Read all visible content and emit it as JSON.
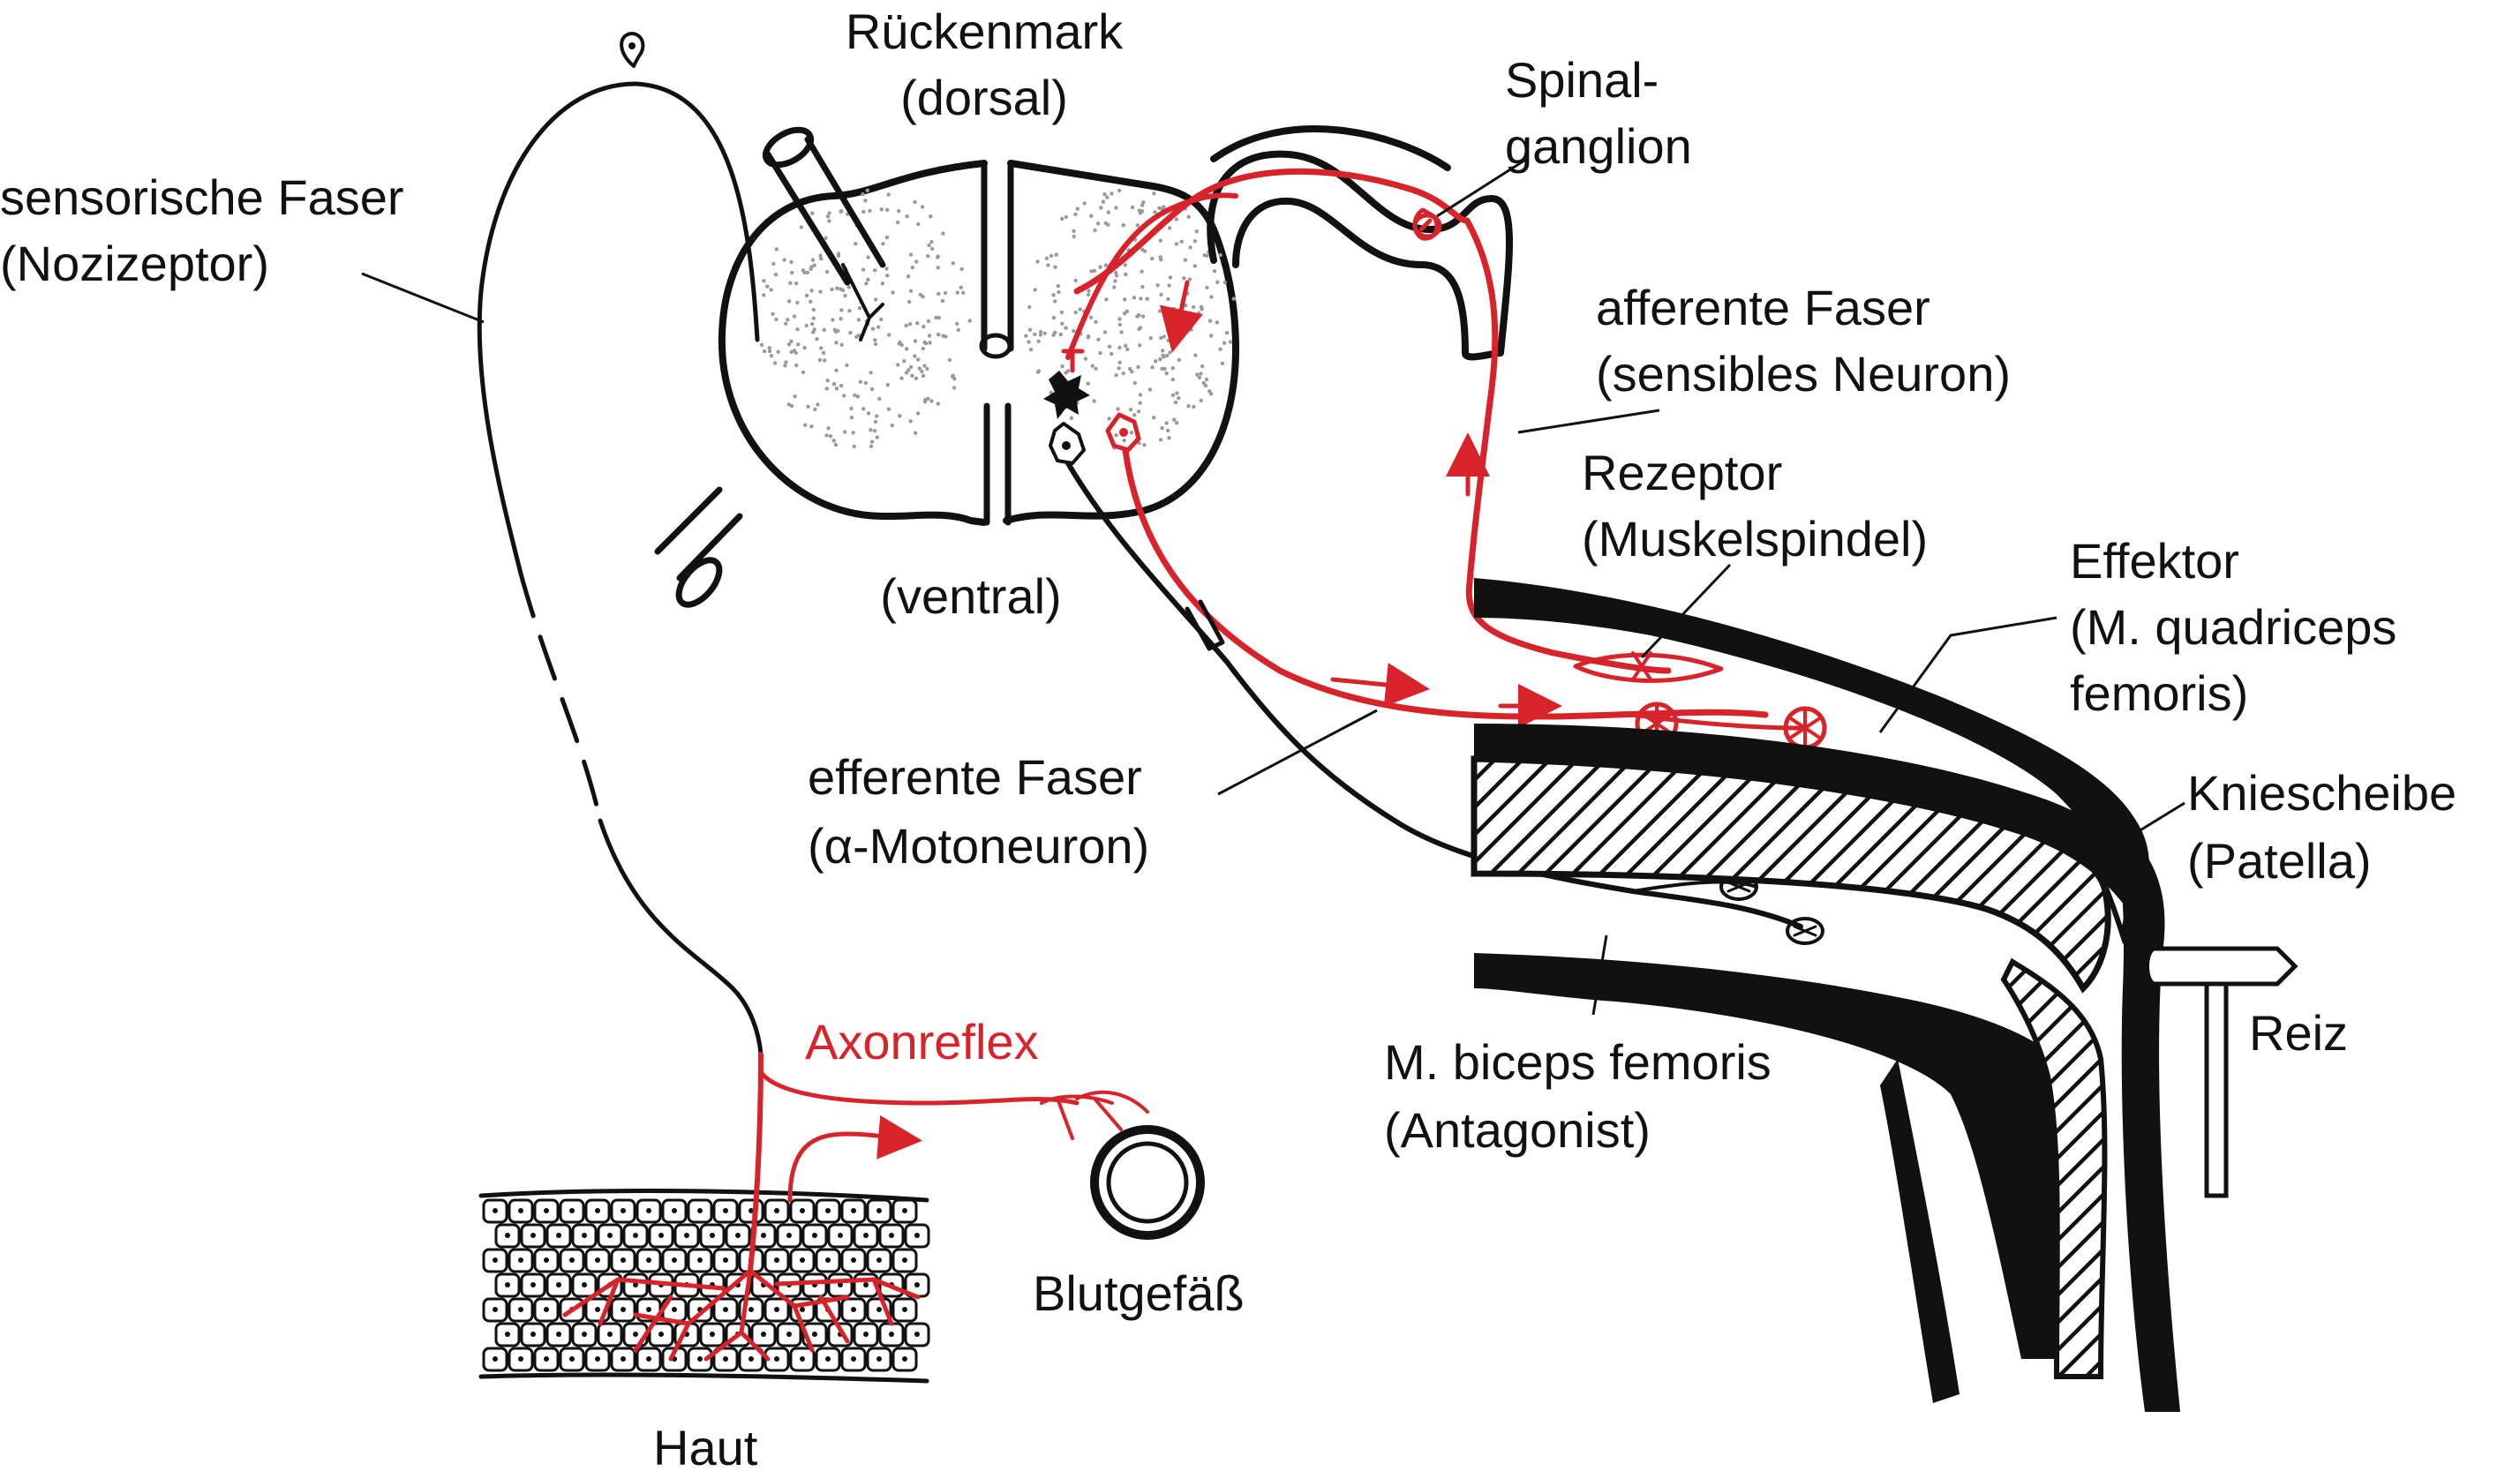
{
  "labels": {
    "rueckenmark": "Rückenmark",
    "dorsal": "(dorsal)",
    "ventral": "(ventral)",
    "spinal1": "Spinal-",
    "spinal2": "ganglion",
    "sensor1": "sensorische Faser",
    "sensor2": "(Nozizeptor)",
    "afferent1": "afferente Faser",
    "afferent2": "(sensibles Neuron)",
    "rezeptor1": "Rezeptor",
    "rezeptor2": "(Muskelspindel)",
    "effektor1": "Effektor",
    "effektor2": "(M. quadriceps",
    "effektor3": "femoris)",
    "efferent1": "efferente Faser",
    "efferent2": "(α-Motoneuron)",
    "knie1": "Kniescheibe",
    "knie2": "(Patella)",
    "reiz": "Reiz",
    "biceps1": "M. biceps femoris",
    "biceps2": "(Antagonist)",
    "axonreflex": "Axonreflex",
    "blutgefaess": "Blutgefäß",
    "haut": "Haut"
  },
  "colors": {
    "ink": "#111111",
    "neural_path": "#d8232a",
    "grey_matter": "#9a9a9a"
  }
}
